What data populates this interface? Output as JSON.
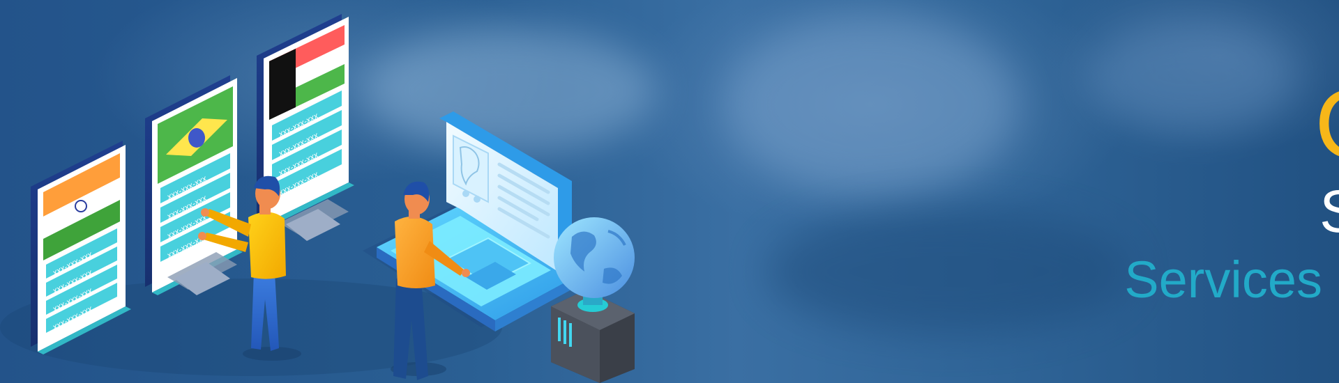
{
  "colors": {
    "background": "#25588a",
    "accent_yellow": "#f7b719",
    "accent_teal": "#22aac8",
    "text_white": "#ffffff"
  },
  "headline": {
    "title": "CRM",
    "subtitle": "Software Development",
    "tagline": "Services"
  },
  "illustration": {
    "phone_cards": [
      {
        "flag": "india-flag-icon",
        "numbers": [
          "xxx-xxx-xxx",
          "xxx-xxx-xxx",
          "xxx-xxx-xxx",
          "xxx-xxx-xxx",
          "xxx-xxx-xxx"
        ]
      },
      {
        "flag": "brazil-flag-icon",
        "numbers": [
          "xxx-xxx-xxx",
          "xxx-xxx-xxx",
          "xxx-xxx-xxx",
          "xxx-xxx-xxx",
          "xxx-xxx-xxx"
        ]
      },
      {
        "flag": "uae-flag-icon",
        "numbers": [
          "xxx-xxx-xxx",
          "xxx-xxx-xxx",
          "xxx-xxx-xxx",
          "xxx-xxx-xxx",
          "xxx-xxx-xxx"
        ]
      }
    ]
  }
}
